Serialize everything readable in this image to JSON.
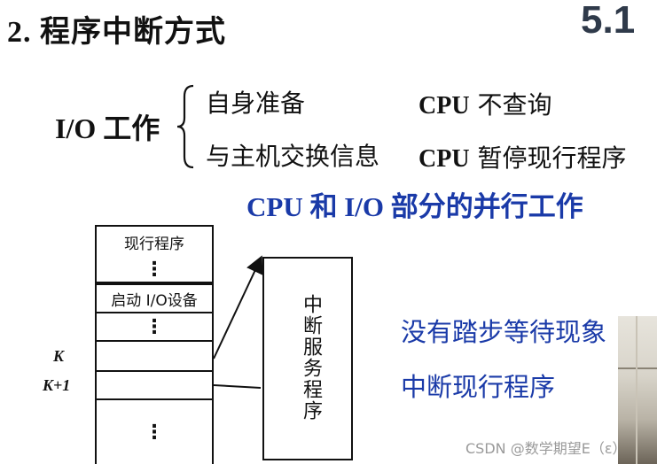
{
  "title": "2. 程序中断方式",
  "slide_number": "5.1",
  "io": {
    "label": "I/O 工作",
    "rows": [
      {
        "left": "自身准备",
        "cpu": "CPU",
        "right": "不查询"
      },
      {
        "left": "与主机交换信息",
        "cpu": "CPU",
        "right": "暂停现行程序"
      }
    ]
  },
  "parallel_line": "CPU 和 I/O 部分的并行工作",
  "program_column": {
    "cells": [
      "现行程序",
      "⋮",
      "启动 I/O设备",
      "⋮",
      "",
      "",
      "⋮"
    ],
    "k_label": "K",
    "k1_label": "K+1"
  },
  "isr_label": "中断服务程序",
  "notes": [
    "没有踏步等待现象",
    "中断现行程序"
  ],
  "watermark": "CSDN @数学期望E（ε）",
  "colors": {
    "blue": "#1a3aa8"
  }
}
